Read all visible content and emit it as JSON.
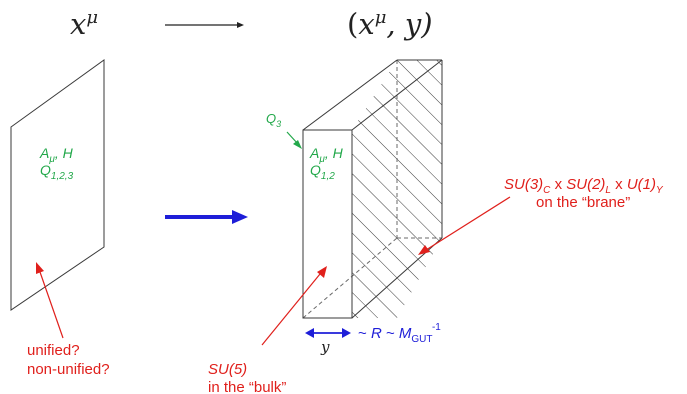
{
  "header": {
    "left_base": "x",
    "left_sup": "μ",
    "right_open": "(",
    "right_base": "x",
    "right_sup": "μ",
    "right_rest": ", y)"
  },
  "left_brane": {
    "fields_line1": "A",
    "fields_line1_sub": "μ",
    "fields_line1_rest": ", H",
    "fields_line2": "Q",
    "fields_line2_sub": "1,2,3"
  },
  "right_brane": {
    "q3": "Q",
    "q3_sub": "3",
    "fields_line1": "A",
    "fields_line1_sub": "μ",
    "fields_line1_rest": ", H",
    "fields_line2": "Q",
    "fields_line2_sub": "1,2"
  },
  "gauge_group": {
    "su3": "SU(3)",
    "su3_sub": "C",
    "x1": " x ",
    "su2": "SU(2)",
    "su2_sub": "L",
    "x2": " x ",
    "u1": "U(1)",
    "u1_sub": "Y",
    "location": "on the “brane”"
  },
  "left_labels": {
    "line1": "unified?",
    "line2": "non-unified?"
  },
  "bulk_label": {
    "line1": "SU(5)",
    "line2": "in the “bulk”"
  },
  "scale": {
    "y_label": "y",
    "tilde1": "~ ",
    "r": "R",
    "tilde2": " ~ ",
    "m": "M",
    "m_sub": "GUT",
    "m_sup": "-1"
  },
  "colors": {
    "green": "#22a84a",
    "red": "#e0201c",
    "blue": "#1e1ed8",
    "line": "#3a3a3a"
  }
}
